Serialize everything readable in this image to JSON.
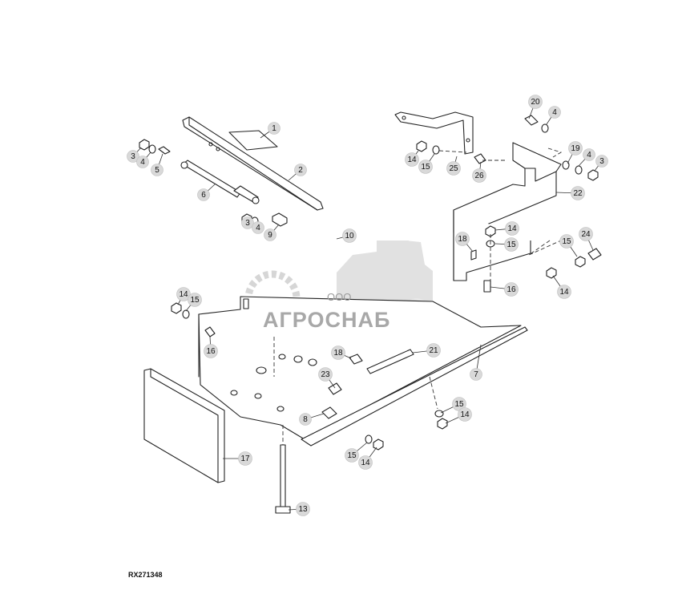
{
  "diagram": {
    "reference_code": "RX271348",
    "watermark": {
      "company_prefix": "ООО",
      "company_name": "АГРОСНАБ"
    },
    "callouts": [
      {
        "id": "c1",
        "label": "1"
      },
      {
        "id": "c2",
        "label": "2"
      },
      {
        "id": "c3a",
        "label": "3"
      },
      {
        "id": "c4a",
        "label": "4"
      },
      {
        "id": "c5",
        "label": "5"
      },
      {
        "id": "c6",
        "label": "6"
      },
      {
        "id": "c3b",
        "label": "3"
      },
      {
        "id": "c4b",
        "label": "4"
      },
      {
        "id": "c9",
        "label": "9"
      },
      {
        "id": "c10",
        "label": "10"
      },
      {
        "id": "c20",
        "label": "20"
      },
      {
        "id": "c4c",
        "label": "4"
      },
      {
        "id": "c19",
        "label": "19"
      },
      {
        "id": "c4d",
        "label": "4"
      },
      {
        "id": "c3c",
        "label": "3"
      },
      {
        "id": "c14a",
        "label": "14"
      },
      {
        "id": "c15a",
        "label": "15"
      },
      {
        "id": "c25",
        "label": "25"
      },
      {
        "id": "c26",
        "label": "26"
      },
      {
        "id": "c22",
        "label": "22"
      },
      {
        "id": "c14b",
        "label": "14"
      },
      {
        "id": "c18a",
        "label": "18"
      },
      {
        "id": "c15b",
        "label": "15"
      },
      {
        "id": "c15c",
        "label": "15"
      },
      {
        "id": "c24",
        "label": "24"
      },
      {
        "id": "c16a",
        "label": "16"
      },
      {
        "id": "c14c",
        "label": "14"
      },
      {
        "id": "c14d",
        "label": "14"
      },
      {
        "id": "c15d",
        "label": "15"
      },
      {
        "id": "c16b",
        "label": "16"
      },
      {
        "id": "c18b",
        "label": "18"
      },
      {
        "id": "c21",
        "label": "21"
      },
      {
        "id": "c23",
        "label": "23"
      },
      {
        "id": "c7",
        "label": "7"
      },
      {
        "id": "c15e",
        "label": "15"
      },
      {
        "id": "c14e",
        "label": "14"
      },
      {
        "id": "c8",
        "label": "8"
      },
      {
        "id": "c15f",
        "label": "15"
      },
      {
        "id": "c14f",
        "label": "14"
      },
      {
        "id": "c17",
        "label": "17"
      },
      {
        "id": "c13",
        "label": "13"
      }
    ]
  }
}
